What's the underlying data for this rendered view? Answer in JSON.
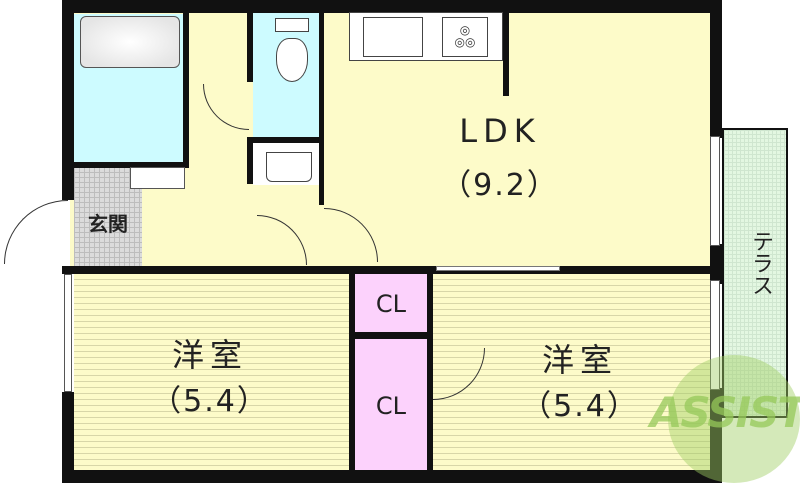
{
  "floorplan": {
    "rooms": {
      "ldk": {
        "name": "LDK",
        "size": "（9.2）"
      },
      "western_room_left": {
        "name": "洋室",
        "size": "（5.4）"
      },
      "western_room_right": {
        "name": "洋室",
        "size": "（5.4）"
      },
      "entrance": {
        "name": "玄関"
      },
      "closet_top": {
        "name": "CL"
      },
      "closet_bottom": {
        "name": "CL"
      },
      "terrace": {
        "name": "テラス"
      }
    },
    "watermark": {
      "text": "ASSIST"
    },
    "colors": {
      "floor_yellow": "#fdfbc9",
      "bath_blue": "#cdfbff",
      "closet_pink": "#fcd2fc",
      "terrace_green": "#e3f7e1",
      "wall": "#111111",
      "watermark_green": "#9fcf63"
    }
  }
}
